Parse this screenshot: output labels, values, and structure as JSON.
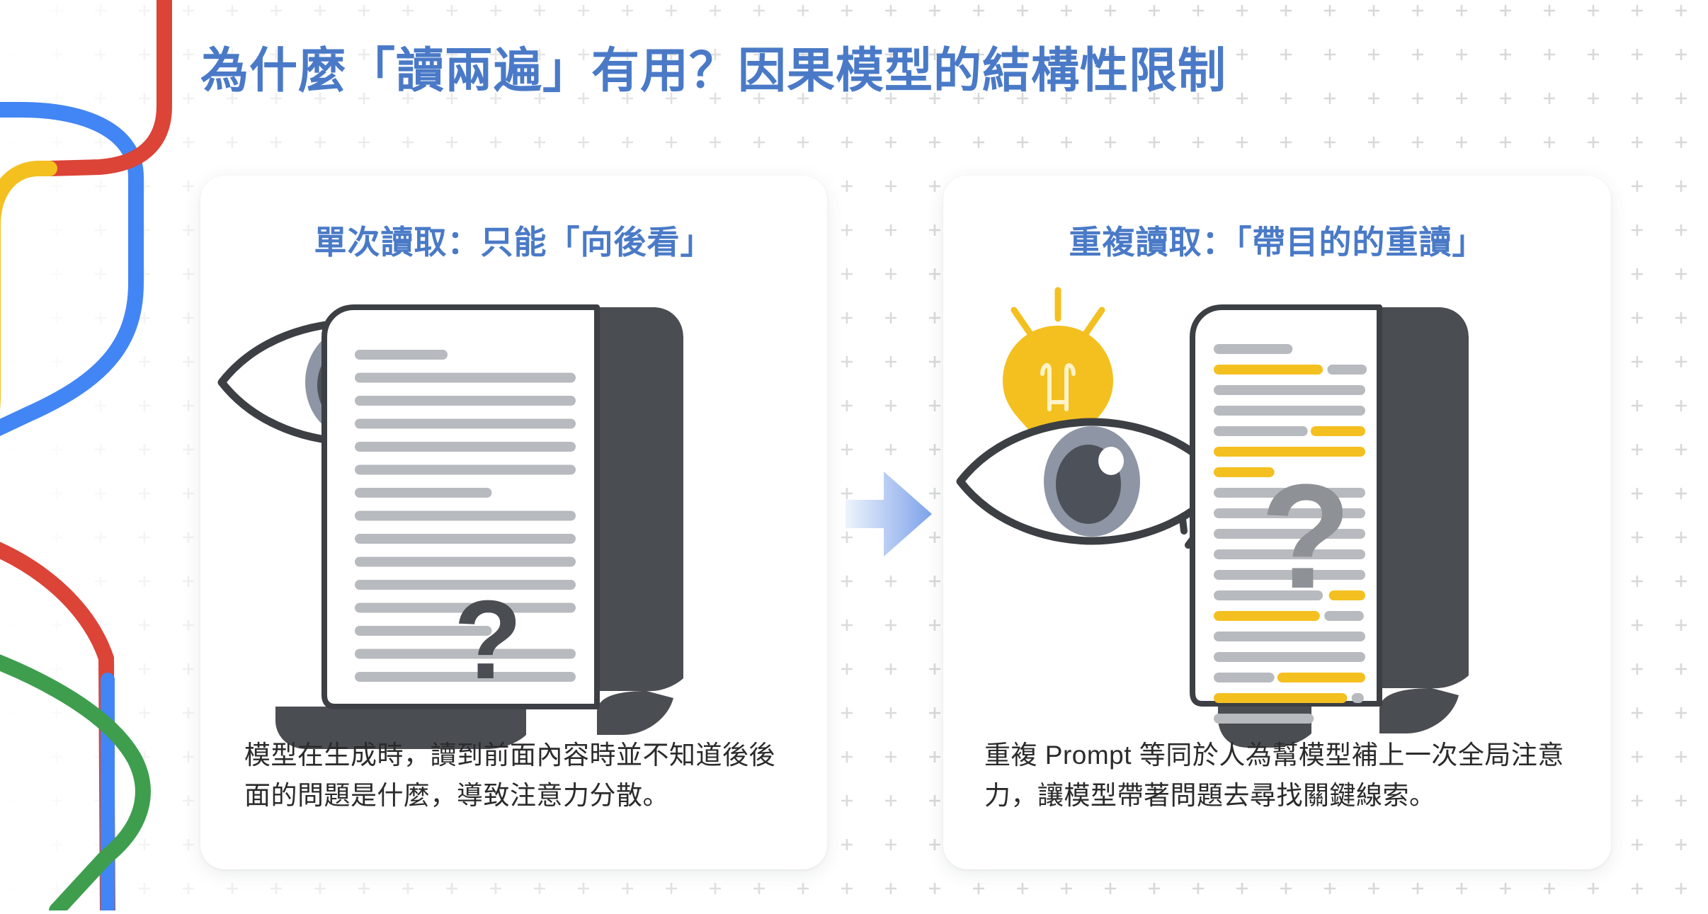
{
  "page": {
    "title": "為什麼「讀兩遍」有用？因果模型的結構性限制",
    "title_color": "#4a7ac7",
    "background": "#ffffff",
    "pattern_icon": "plus-grid-pattern"
  },
  "ribbons": {
    "name": "google-brand-ribbons",
    "colors": {
      "blue": "#4285F4",
      "red": "#DB4437",
      "yellow": "#F4C020",
      "green": "#3E9E4E"
    }
  },
  "arrow": {
    "name": "right-arrow",
    "color_start": "#e9effc",
    "color_end": "#7fa4ec"
  },
  "cards": [
    {
      "id": "single-pass",
      "title": "單次讀取：只能「向後看」",
      "caption": "模型在生成時，讀到前面內容時並不知道後後面的問題是什麼，導致注意力分散。",
      "illustration": {
        "name": "eye-and-scroll-document",
        "eye_icon": "eye-icon",
        "document_icon": "scroll-document-icon",
        "question_mark": "?",
        "line_color": "#b7babe",
        "doc_dark": "#4a4d52",
        "highlight_color": null,
        "lines": [
          {
            "w": 42,
            "hl": false
          },
          {
            "w": 100,
            "hl": false
          },
          {
            "w": 100,
            "hl": false
          },
          {
            "w": 100,
            "hl": false
          },
          {
            "w": 100,
            "hl": false
          },
          {
            "w": 100,
            "hl": false
          },
          {
            "w": 62,
            "hl": false
          },
          {
            "w": 100,
            "hl": false
          },
          {
            "w": 100,
            "hl": false
          },
          {
            "w": 100,
            "hl": false
          },
          {
            "w": 100,
            "hl": false
          },
          {
            "w": 100,
            "hl": false
          },
          {
            "w": 62,
            "hl": false
          },
          {
            "w": 100,
            "hl": false
          },
          {
            "w": 100,
            "hl": false
          }
        ]
      }
    },
    {
      "id": "repeat-pass",
      "title": "重複讀取：「帶目的的重讀」",
      "caption": "重複 Prompt 等同於人為幫模型補上一次全局注意力，讓模型帶著問題去尋找關鍵線索。",
      "illustration": {
        "name": "lightbulb-eye-and-highlighted-document",
        "eye_icon": "eye-icon",
        "bulb_icon": "lightbulb-icon",
        "sparkle_icon": "sparkle-lines-icon",
        "document_icon": "scroll-document-icon",
        "question_mark": "?",
        "line_color": "#b7babe",
        "doc_dark": "#4a4d52",
        "highlight_color": "#F4C020",
        "lines": [
          {
            "w": 52,
            "hl": false
          },
          {
            "w": 72,
            "hl": true,
            "tail": 26
          },
          {
            "w": 100,
            "hl": false
          },
          {
            "w": 100,
            "hl": false
          },
          {
            "w": 62,
            "hl": false,
            "tailhl": 36
          },
          {
            "w": 100,
            "hl": true
          },
          {
            "w": 40,
            "hl": true
          },
          {
            "w": 100,
            "hl": false
          },
          {
            "w": 100,
            "hl": false
          },
          {
            "w": 100,
            "hl": false
          },
          {
            "w": 100,
            "hl": false
          },
          {
            "w": 100,
            "hl": false
          },
          {
            "w": 72,
            "hl": false,
            "tailhl": 24
          },
          {
            "w": 70,
            "hl": true,
            "tail": 26
          },
          {
            "w": 100,
            "hl": false
          },
          {
            "w": 100,
            "hl": false
          },
          {
            "w": 40,
            "hl": false,
            "tailhl": 58
          },
          {
            "w": 88,
            "hl": true,
            "tail": 8
          },
          {
            "w": 66,
            "hl": false
          }
        ]
      }
    }
  ]
}
